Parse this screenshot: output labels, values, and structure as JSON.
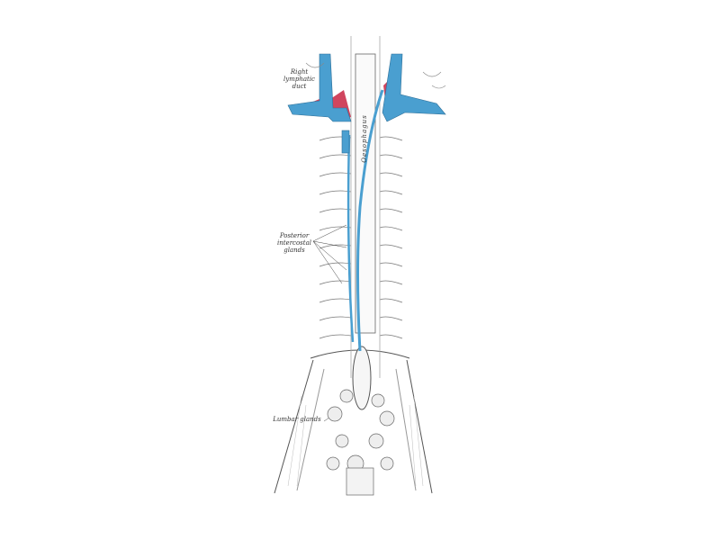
{
  "labels": {
    "right_lymphatic_duct": "Right lymphatic duct",
    "posterior_intercostal_glands": "Posterior intercostal glands",
    "lumbar_glands": "Lumbar glands",
    "oesophagus": "Oesophagus"
  },
  "colors": {
    "veins": "#4a9fd0",
    "arteries": "#d0455e",
    "line_art": "#555555",
    "background": "#ffffff"
  }
}
